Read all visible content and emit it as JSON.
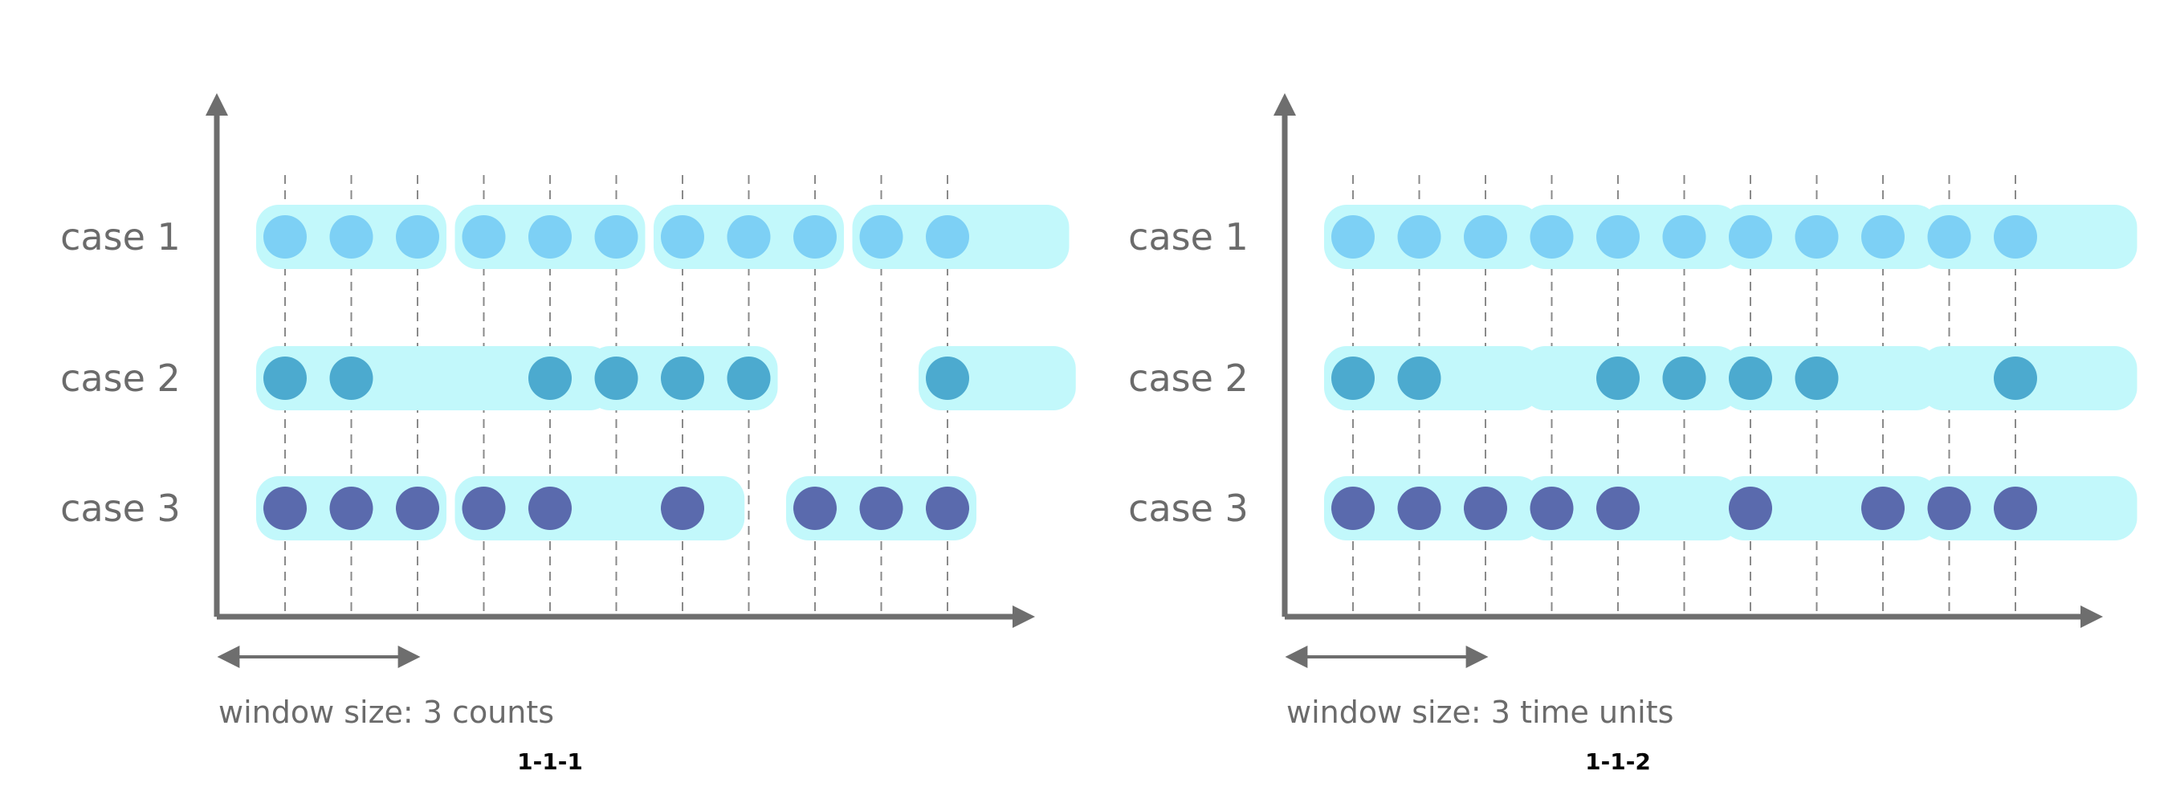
{
  "colors": {
    "axis": "#6e6e6e",
    "gridline": "#8a8a8a",
    "window_fill": "#c2f8fb",
    "case1_dot": "#7dd0f5",
    "case2_dot": "#4caacf",
    "case3_dot": "#5a6aad"
  },
  "panels": [
    {
      "id": "1-1-1",
      "case_labels": [
        "case 1",
        "case 2",
        "case 3"
      ],
      "caption": "window size: 3 counts",
      "rows": [
        {
          "events": [
            0,
            1,
            2,
            3,
            4,
            5,
            6,
            7,
            8,
            9,
            10
          ],
          "windows": [
            [
              0,
              2
            ],
            [
              3,
              5
            ],
            [
              6,
              8
            ],
            [
              9,
              11.4
            ]
          ]
        },
        {
          "events": [
            0,
            1,
            4,
            5,
            6,
            7,
            10
          ],
          "windows": [
            [
              0,
              4.5
            ],
            [
              5,
              7
            ],
            [
              10,
              11.5
            ]
          ]
        },
        {
          "events": [
            0,
            1,
            2,
            3,
            4,
            6,
            8,
            9,
            10
          ],
          "windows": [
            [
              0,
              2
            ],
            [
              3,
              6.5
            ],
            [
              8,
              10
            ]
          ]
        }
      ]
    },
    {
      "id": "1-1-2",
      "case_labels": [
        "case 1",
        "case 2",
        "case 3"
      ],
      "caption": "window size: 3 time units",
      "rows": [
        {
          "events": [
            0,
            1,
            2,
            3,
            4,
            5,
            6,
            7,
            8,
            9,
            10
          ],
          "windows": [
            [
              0,
              2.4
            ],
            [
              3,
              5.4
            ],
            [
              6,
              8.4
            ],
            [
              9,
              11.4
            ]
          ]
        },
        {
          "events": [
            0,
            1,
            4,
            5,
            6,
            7,
            10
          ],
          "windows": [
            [
              0,
              2.4
            ],
            [
              3,
              5.4
            ],
            [
              6,
              8.4
            ],
            [
              9,
              11.4
            ]
          ]
        },
        {
          "events": [
            0,
            1,
            2,
            3,
            4,
            6,
            8,
            9,
            10
          ],
          "windows": [
            [
              0,
              2.4
            ],
            [
              3,
              5.4
            ],
            [
              6,
              8.4
            ],
            [
              9,
              11.4
            ]
          ]
        }
      ]
    }
  ]
}
